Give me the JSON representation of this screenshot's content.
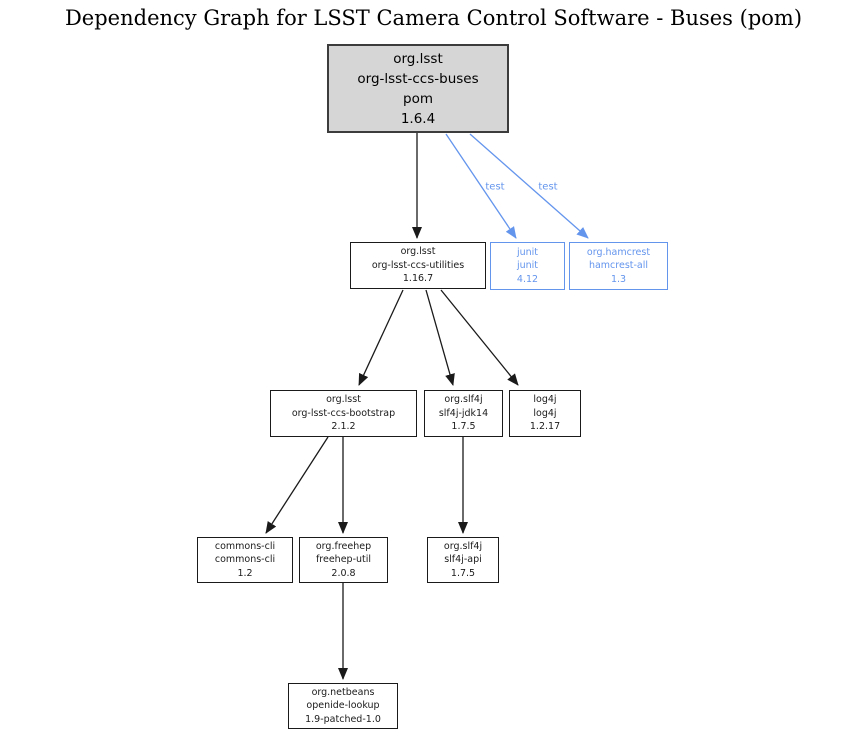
{
  "title": "Dependency Graph for LSST Camera Control Software - Buses (pom)",
  "colors": {
    "test_scope_accent": "#6495ED",
    "root_node_fill": "#d6d6d6",
    "node_fill": "#ffffff",
    "edge_color": "#1a1a1a"
  },
  "nodes": {
    "buses": {
      "group": "org.lsst",
      "artifact": "org-lsst-ccs-buses",
      "packaging": "pom",
      "version": "1.6.4"
    },
    "utilities": {
      "group": "org.lsst",
      "artifact": "org-lsst-ccs-utilities",
      "version": "1.16.7"
    },
    "junit": {
      "group": "junit",
      "artifact": "junit",
      "version": "4.12"
    },
    "hamcrest": {
      "group": "org.hamcrest",
      "artifact": "hamcrest-all",
      "version": "1.3"
    },
    "bootstrap": {
      "group": "org.lsst",
      "artifact": "org-lsst-ccs-bootstrap",
      "version": "2.1.2"
    },
    "slf4j_jdk14": {
      "group": "org.slf4j",
      "artifact": "slf4j-jdk14",
      "version": "1.7.5"
    },
    "log4j": {
      "group": "log4j",
      "artifact": "log4j",
      "version": "1.2.17"
    },
    "commons_cli": {
      "group": "commons-cli",
      "artifact": "commons-cli",
      "version": "1.2"
    },
    "freehep_util": {
      "group": "org.freehep",
      "artifact": "freehep-util",
      "version": "2.0.8"
    },
    "slf4j_api": {
      "group": "org.slf4j",
      "artifact": "slf4j-api",
      "version": "1.7.5"
    },
    "openide_lookup": {
      "group": "org.netbeans",
      "artifact": "openide-lookup",
      "version": "1.9-patched-1.0"
    }
  },
  "edge_labels": {
    "test": "test"
  }
}
